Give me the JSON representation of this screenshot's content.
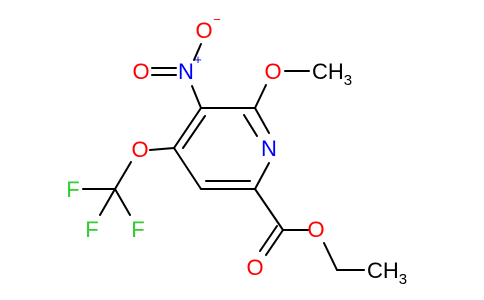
{
  "molecule": {
    "atoms": {
      "ring_n": "N",
      "nitro_n": "N",
      "nitro_o_top": "O",
      "nitro_o_left": "O",
      "methoxy_o": "O",
      "methoxy_c": "CH",
      "methoxy_c_sub": "3",
      "ocf3_o": "O",
      "f_left": "F",
      "f_bottom_left": "F",
      "f_bottom_right": "F",
      "ester_o_carbonyl": "O",
      "ester_o_single": "O",
      "ethyl_c": "CH",
      "ethyl_c_sub": "3"
    },
    "charges": {
      "nitro_n": "+",
      "nitro_o_top": "−"
    },
    "colors": {
      "nitrogen": "#0000ff",
      "oxygen": "#ff0000",
      "fluorine": "#33cc33",
      "carbon": "#000000"
    }
  }
}
